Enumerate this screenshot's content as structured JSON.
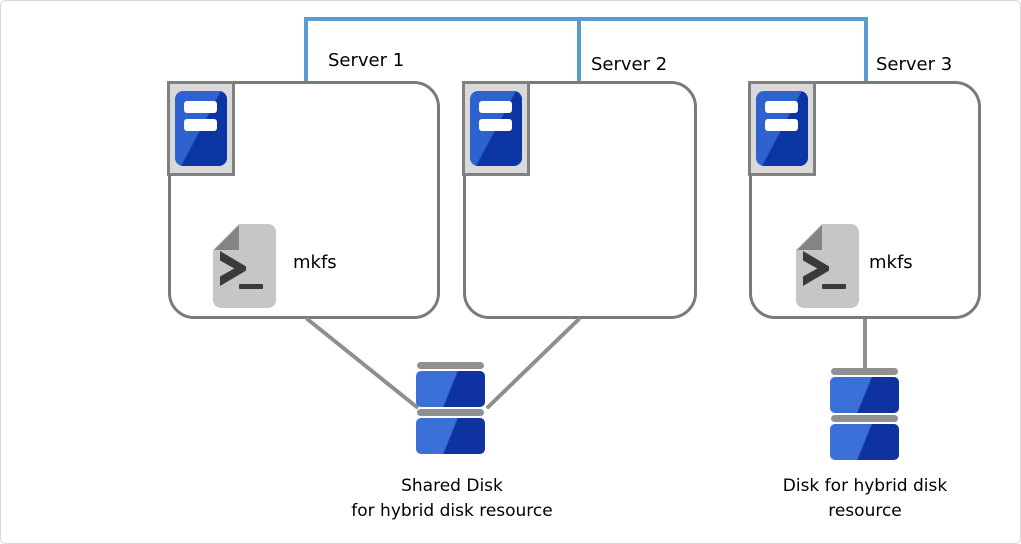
{
  "servers": [
    {
      "label": "Server 1",
      "mkfs_label": "mkfs"
    },
    {
      "label": "Server 2"
    },
    {
      "label": "Server 3",
      "mkfs_label": "mkfs"
    }
  ],
  "disks": {
    "shared": {
      "line1": "Shared Disk",
      "line2": "for hybrid disk resource"
    },
    "hybrid": {
      "line1": "Disk for hybrid disk",
      "line2": "resource"
    }
  },
  "icons": {
    "server_icon": "tower-server-icon",
    "script_icon": "shell-script-page-icon",
    "disk_icon": "disk-stack-icon"
  },
  "colors": {
    "connector_blue": "#5B9BD5",
    "box_border_gray": "#7A7A7A",
    "link_gray": "#8F8F8F",
    "canvas_border": "#D9D9D9",
    "icon_frame_bg": "#D9D9D9",
    "icon_frame_border": "#808080",
    "tower_blue_light": "#2E62CE",
    "tower_blue_dark": "#0C35A4",
    "disk_blue_light": "#3C70D9",
    "disk_blue_dark": "#0E33A0",
    "disk_cap_gray": "#909090",
    "page_gray": "#C6C6C6",
    "page_fold_gray": "#848484",
    "glyph_dark": "#3A3A3A",
    "text_black": "#000000"
  }
}
